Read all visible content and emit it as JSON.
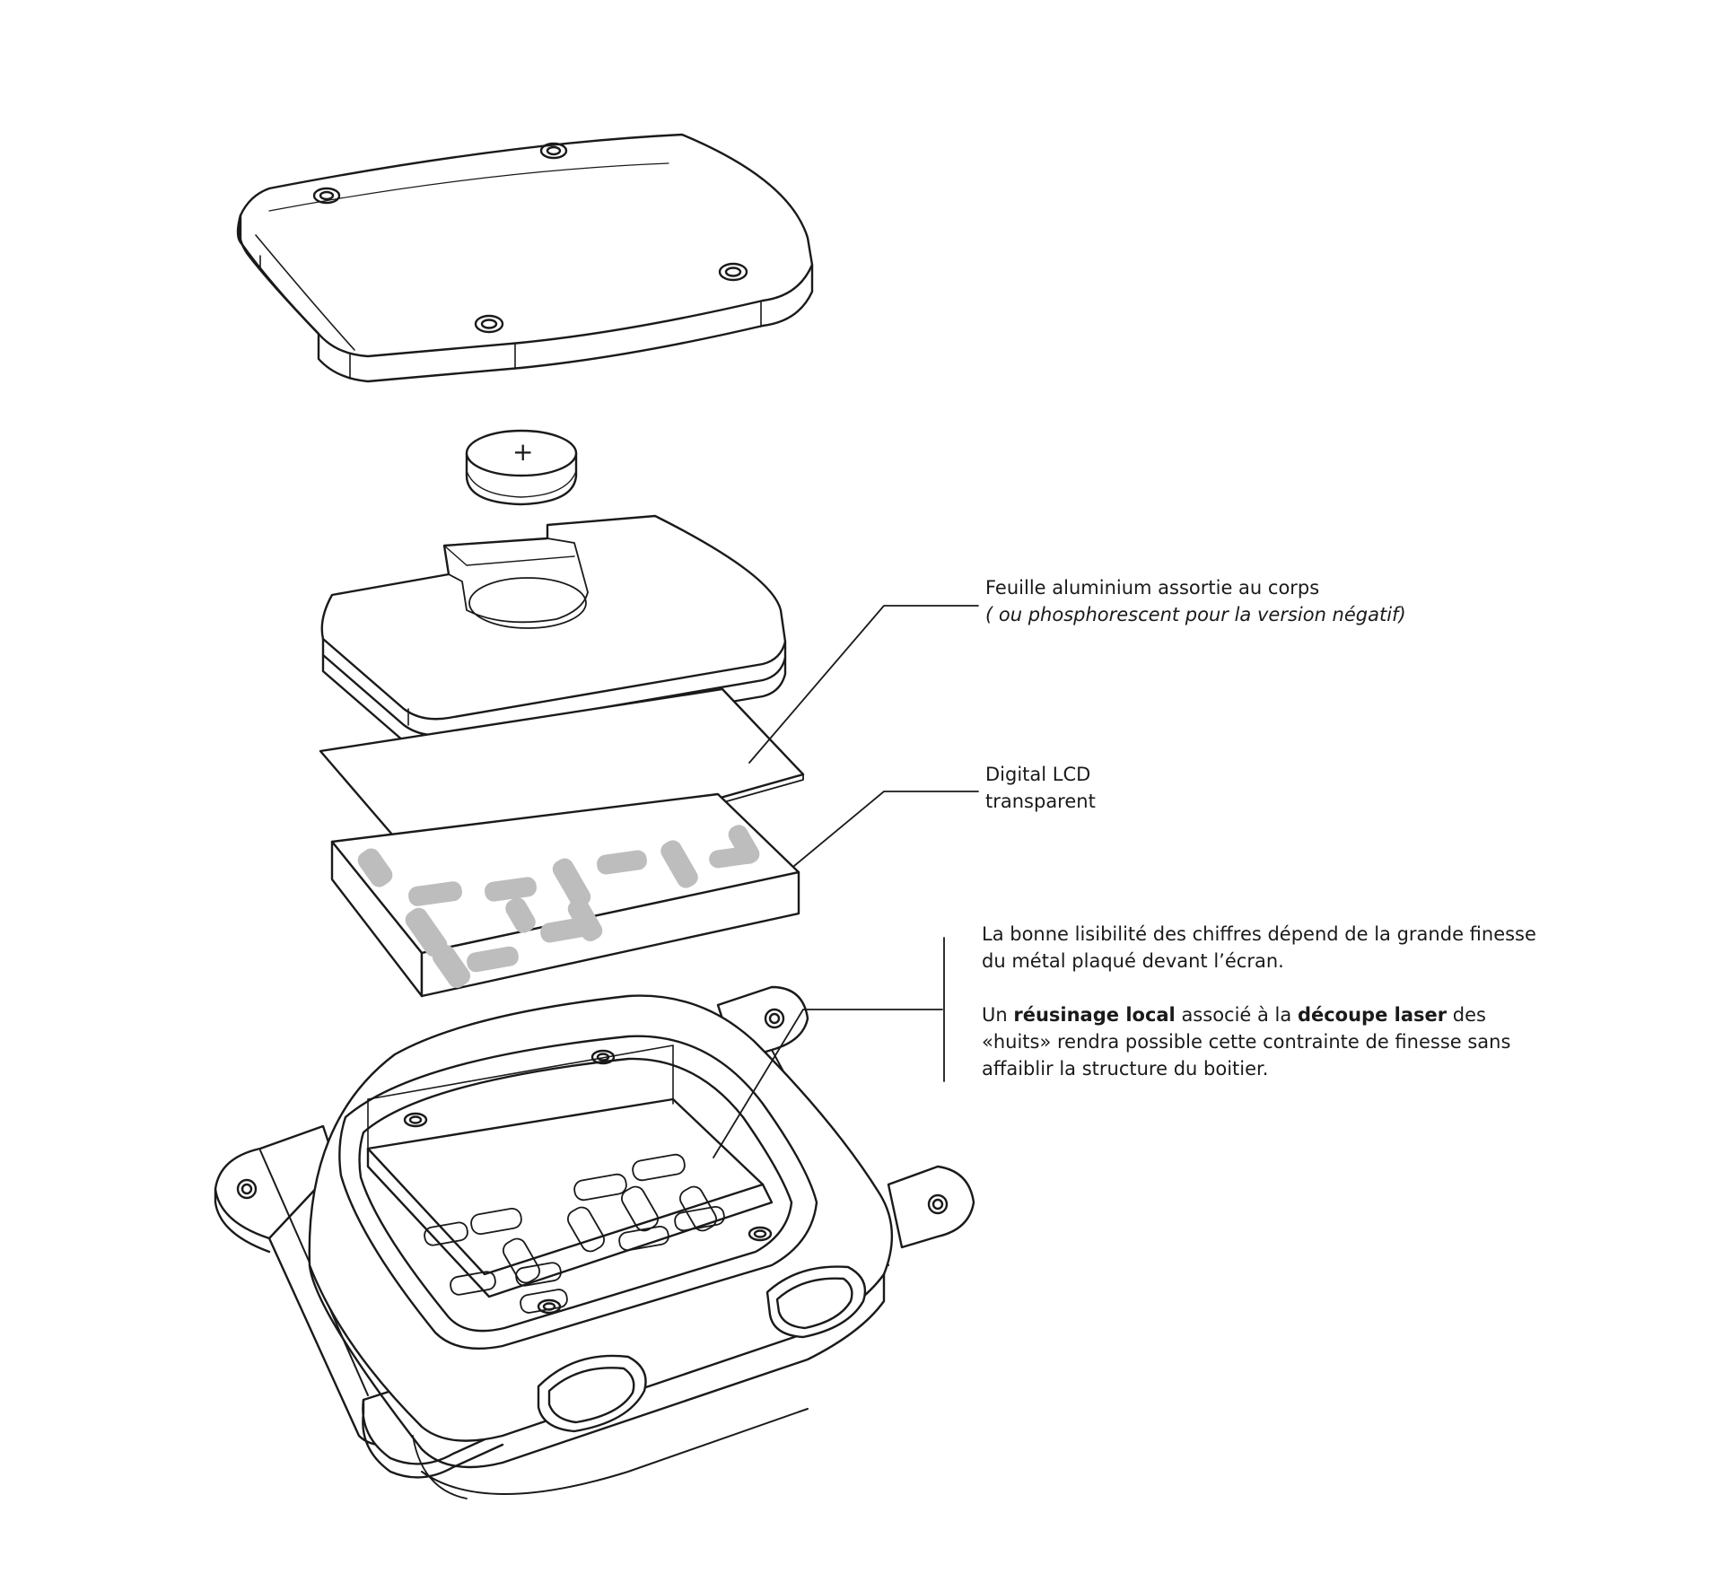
{
  "callouts": {
    "foil": {
      "line1": "Feuille aluminium assortie au corps",
      "line2": "( ou phosphorescent pour la version négatif)"
    },
    "lcd": {
      "line1": "Digital LCD",
      "line2": "transparent"
    },
    "note": {
      "para1": "La bonne lisibilité des chiffres dépend de la grande finesse du métal plaqué devant l’écran.",
      "para2_prefix": "Un ",
      "para2_bold1": "réusinage local",
      "para2_mid1": " associé à la ",
      "para2_bold2": "découpe laser",
      "para2_suffix": " des «huits» rendra possible cette contrainte de finesse sans affaiblir la structure du boitier."
    }
  },
  "battery": {
    "symbol": "+"
  },
  "colors": {
    "line": "#1a1a1a",
    "segment": "#bdbdbd",
    "paper": "#ffffff"
  }
}
